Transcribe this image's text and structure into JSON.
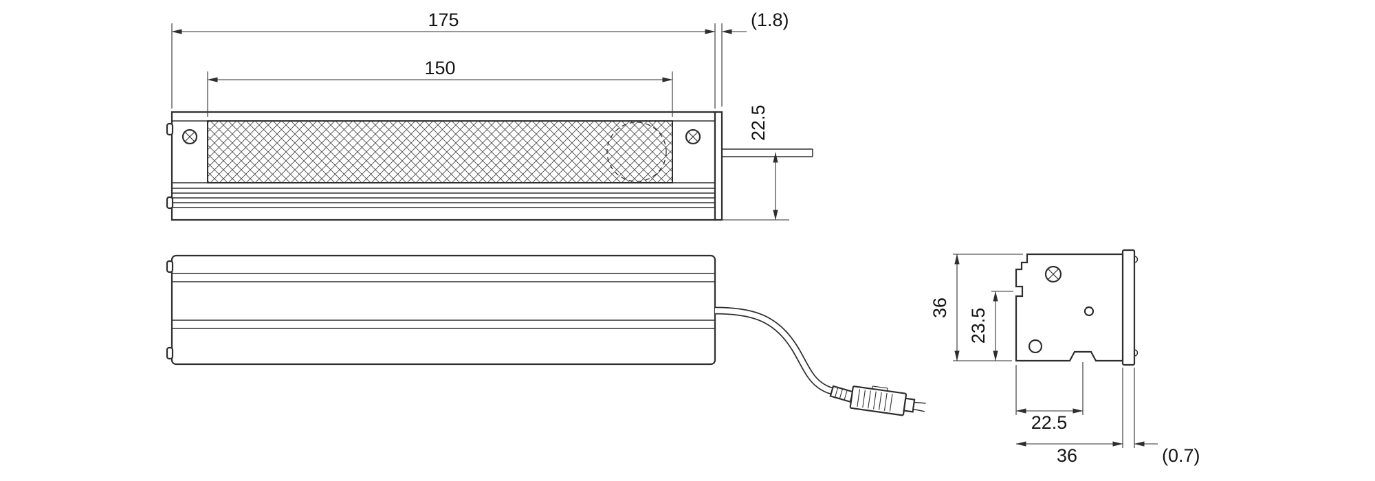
{
  "colors": {
    "background": "#ffffff",
    "line": "#2e2e2e",
    "hatch": "#4a4a4a"
  },
  "front_view": {
    "dim_overall_length": "175",
    "dim_emitting_length": "150",
    "dim_end_offset": "(1.8)",
    "dim_cable_height": "22.5"
  },
  "end_view": {
    "dim_height": "36",
    "dim_notch_height": "23.5",
    "dim_groove_center": "22.5",
    "dim_width": "36",
    "dim_plate_thickness": "(0.7)"
  }
}
